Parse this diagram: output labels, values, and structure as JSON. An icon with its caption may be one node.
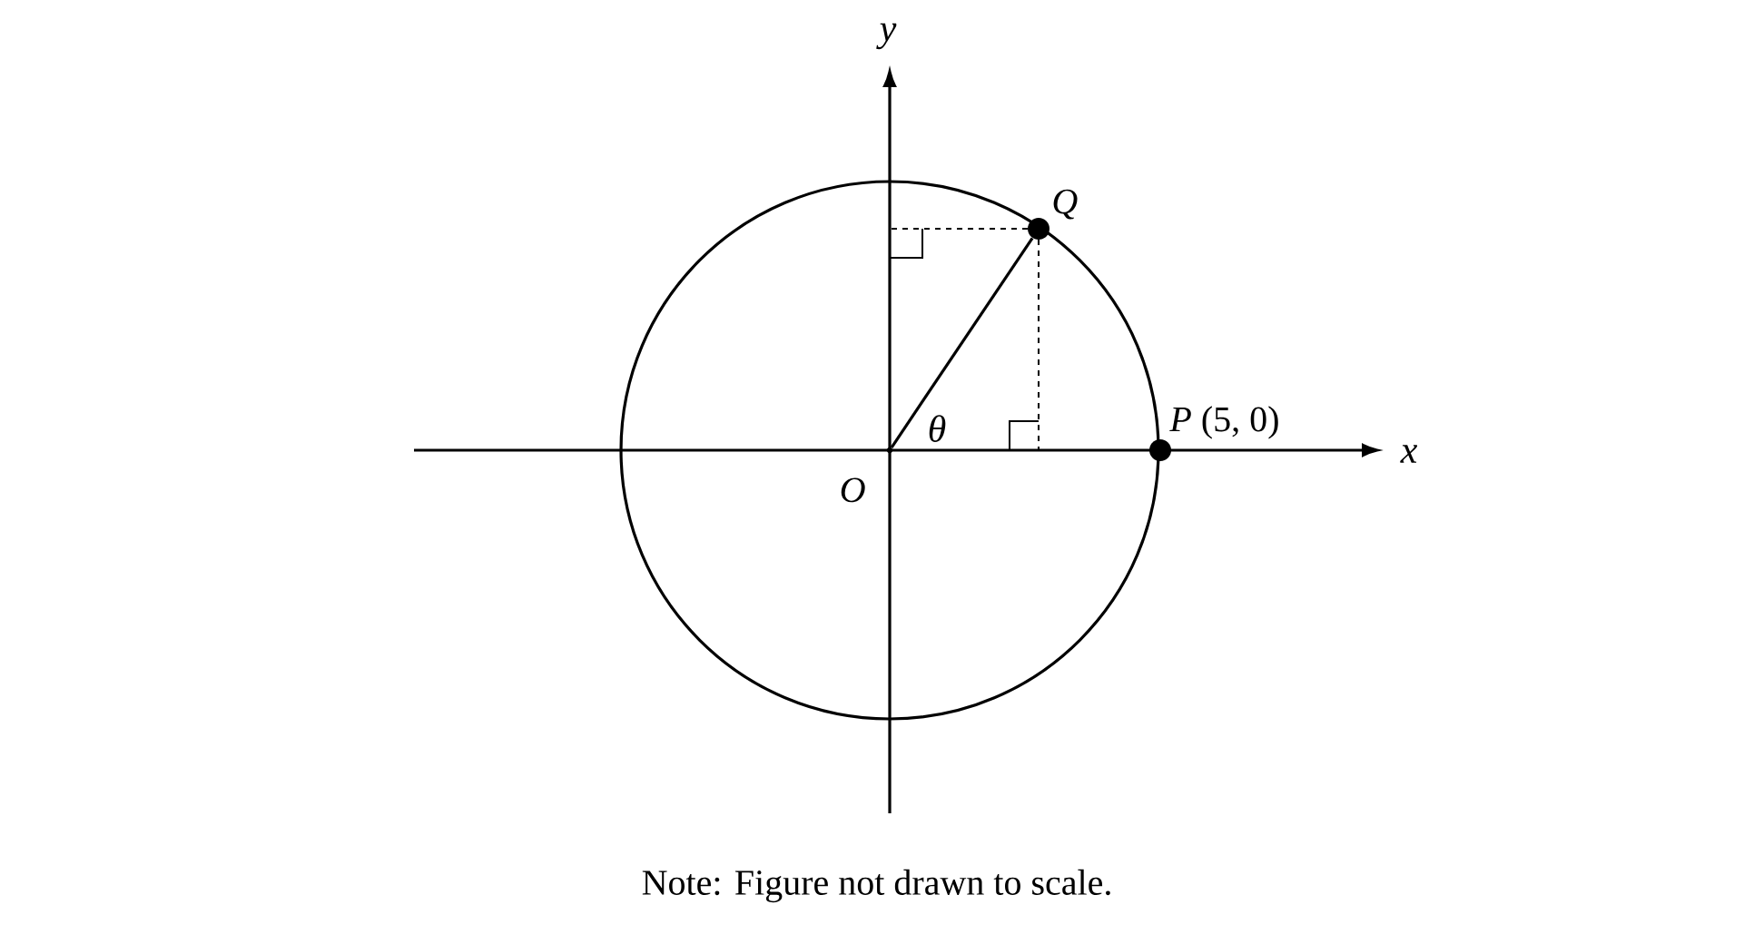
{
  "diagram": {
    "caption": "Note: Figure not drawn to scale.",
    "nodes": [
      {
        "text": [],
        "shape": "point",
        "beside": [
          "O"
        ]
      },
      {
        "text": [],
        "shape": "dot",
        "beside": [
          "Q"
        ]
      },
      {
        "text": [],
        "shape": "dot",
        "beside": [
          "*P* (5, 0)"
        ]
      }
    ],
    "edges": [
      {
        "from": 0,
        "to": 1,
        "arrow": "none"
      }
    ],
    "labels": [
      "y",
      "x",
      "θ"
    ]
  }
}
